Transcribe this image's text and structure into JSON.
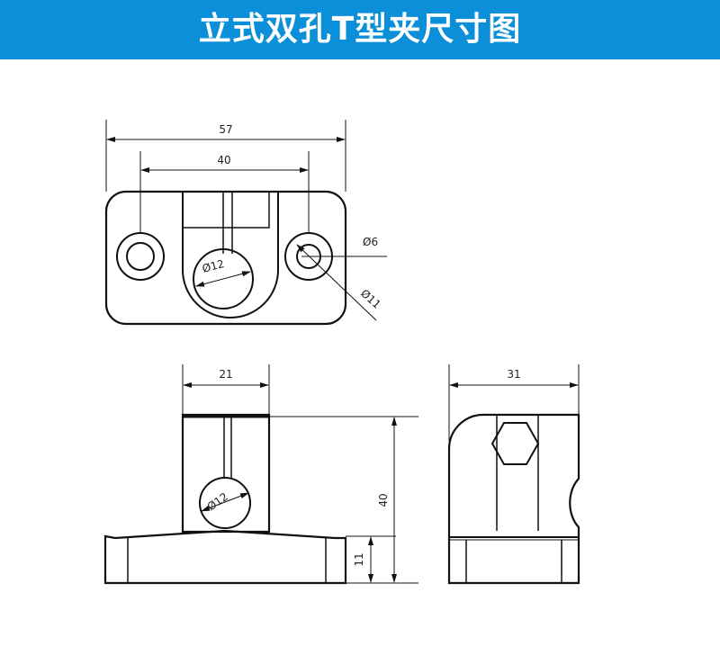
{
  "header": {
    "title": "立式双孔T型夹尺寸图"
  },
  "top_view": {
    "overall_width": "57",
    "hole_spacing": "40",
    "small_hole_dia": "Ø6",
    "large_hole_dia": "Ø11",
    "center_bore_dia": "Ø12"
  },
  "front_view": {
    "width": "21",
    "height": "40",
    "base_height": "11",
    "bore_dia": "Ø12"
  },
  "side_view": {
    "width": "31"
  },
  "colors": {
    "title_bar": "#0a8fd8",
    "line": "#111111"
  }
}
